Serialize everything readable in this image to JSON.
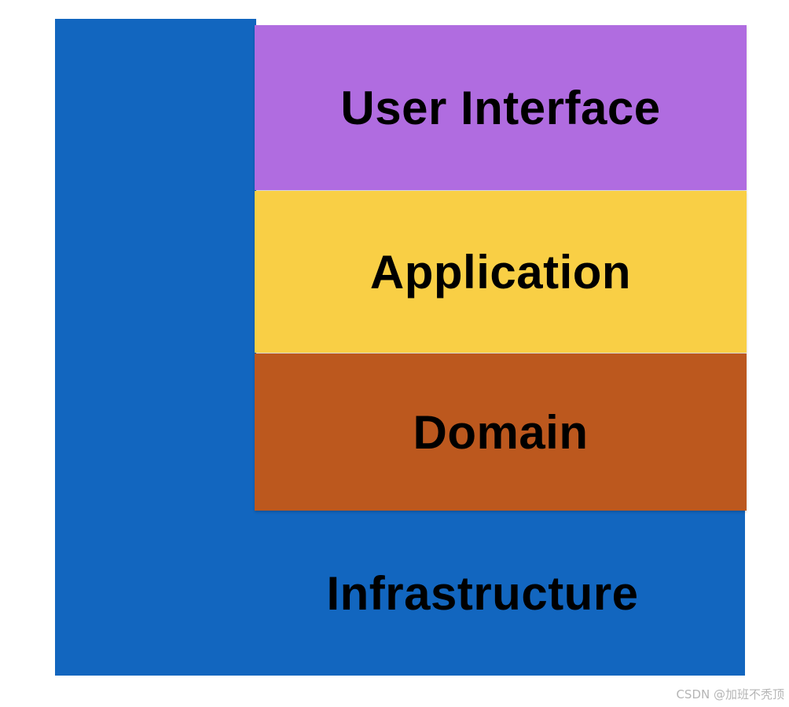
{
  "layers": {
    "user_interface": "User Interface",
    "application": "Application",
    "domain": "Domain",
    "infrastructure": "Infrastructure"
  },
  "watermark": "CSDN @加班不秃顶",
  "colors": {
    "user_interface": "#b06ce0",
    "application": "#f9cf45",
    "domain": "#bc581e",
    "infrastructure": "#1266bf"
  }
}
